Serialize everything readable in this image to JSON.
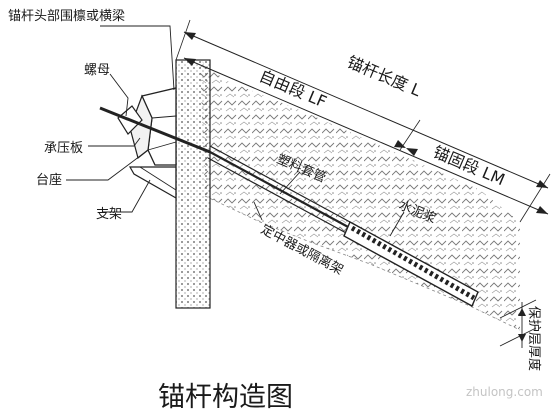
{
  "labels": {
    "head_beam": "锚杆头部围檩或横梁",
    "nut": "螺母",
    "bearing_plate": "承压板",
    "base": "台座",
    "bracket": "支架",
    "free_section": "自由段 LF",
    "anchor_length": "锚杆长度 L",
    "anchor_section": "锚固段 LM",
    "plastic_sleeve": "塑料套管",
    "centralizer": "定中器或隔离架",
    "cement_grout": "水泥浆",
    "protective_layer": "保护层厚度"
  },
  "caption": "锚杆构造图",
  "watermark": "zhulong.com"
}
